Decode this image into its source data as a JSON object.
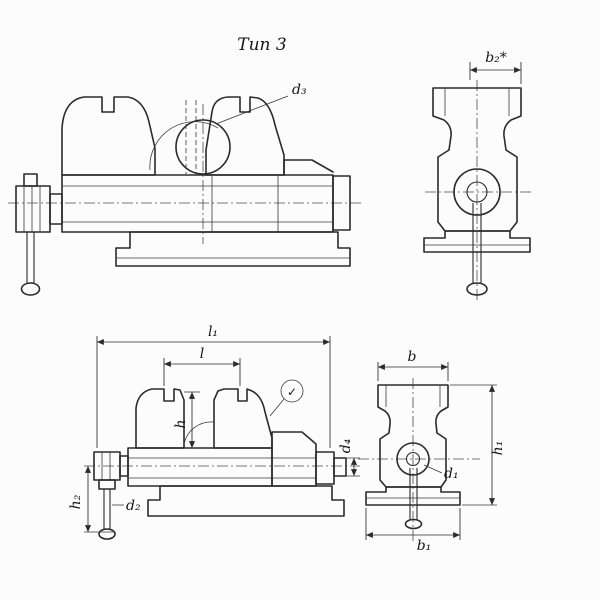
{
  "title": "Тип 3",
  "labels": {
    "d3": "d₃",
    "b2": "b₂*",
    "l1": "l₁",
    "l": "l",
    "h": "h",
    "h2": "h₂",
    "d2": "d₂",
    "d4": "d₄",
    "surface_mark": "✓",
    "b": "b",
    "h1": "h₁",
    "d1": "d₁",
    "b1": "b₁"
  },
  "colors": {
    "line": "#2b2b2b",
    "background": "#fcfcfc"
  }
}
